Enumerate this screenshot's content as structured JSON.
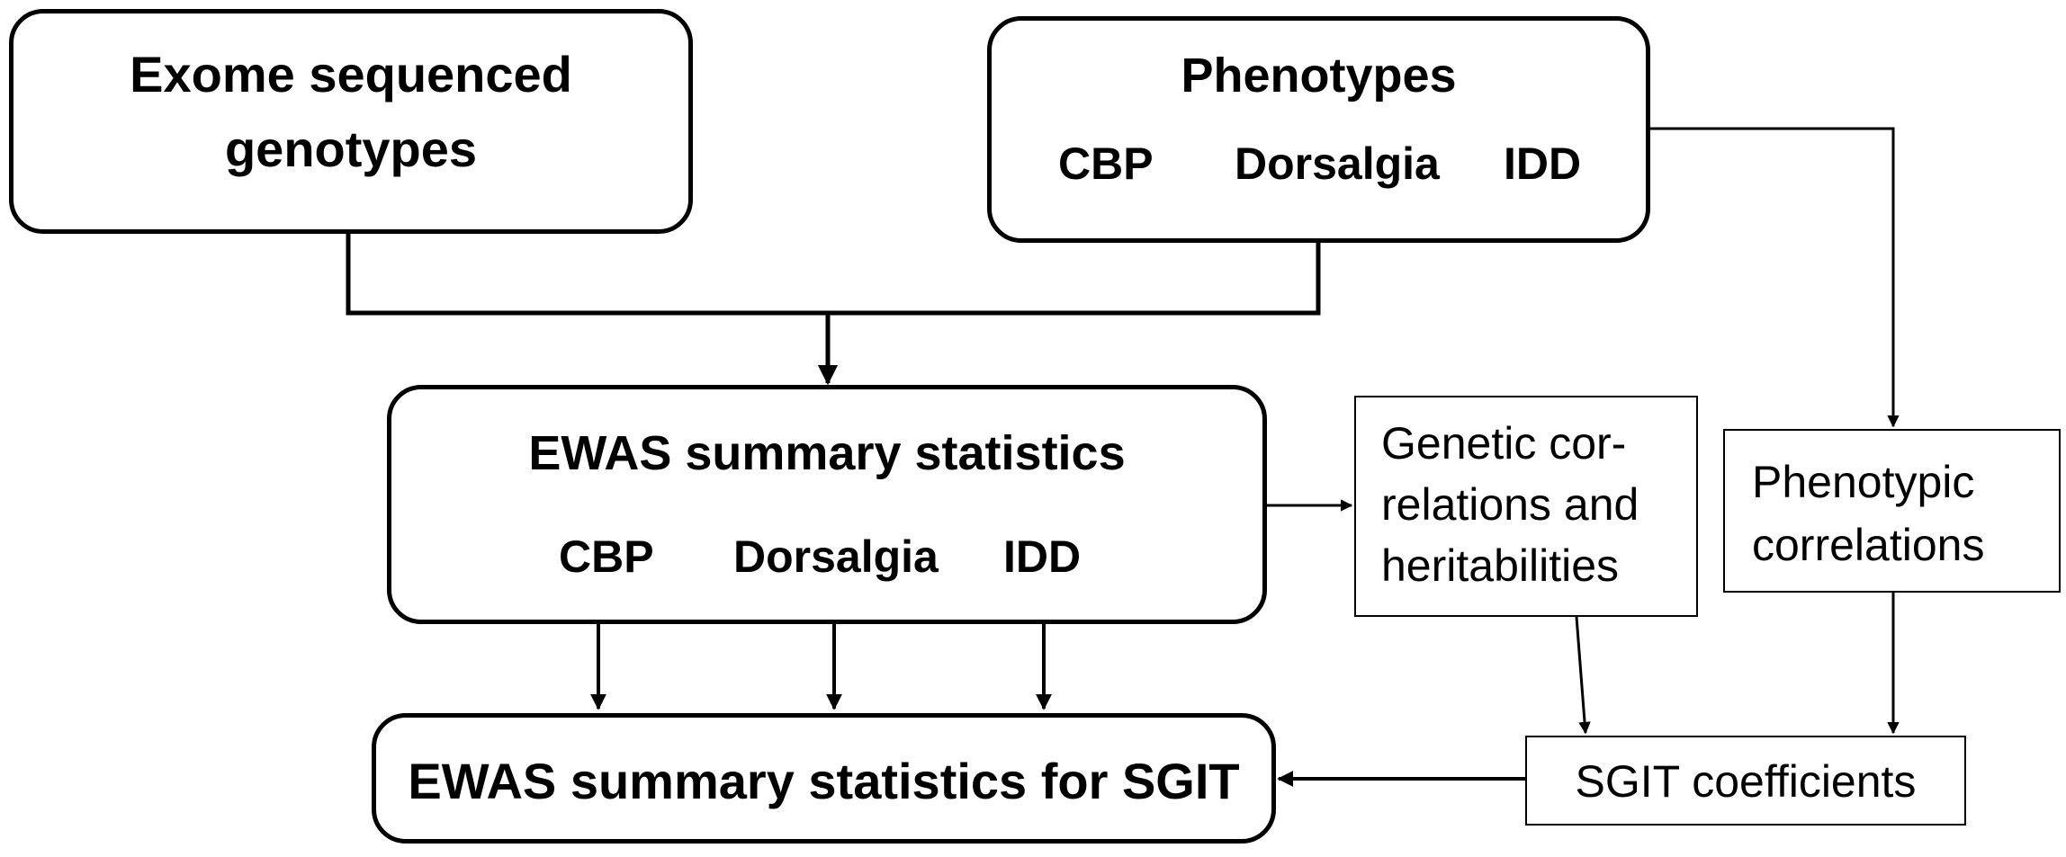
{
  "nodes": {
    "exome": {
      "line1": "Exome sequenced",
      "line2": "genotypes"
    },
    "phenotypes": {
      "title": "Phenotypes",
      "items": [
        "CBP",
        "Dorsalgia",
        "IDD"
      ]
    },
    "ewas": {
      "title": "EWAS summary statistics",
      "items": [
        "CBP",
        "Dorsalgia",
        "IDD"
      ]
    },
    "ewas_sgit": {
      "title": "EWAS summary statistics for SGIT"
    },
    "genetic": {
      "lines": [
        "Genetic cor-",
        "relations and",
        "heritabilities"
      ]
    },
    "phenotypic": {
      "lines": [
        "Phenotypic",
        "correlations"
      ]
    },
    "sgit_coef": {
      "title": "SGIT coefficients"
    }
  },
  "style": {
    "line_color": "#000000",
    "background": "#ffffff"
  }
}
